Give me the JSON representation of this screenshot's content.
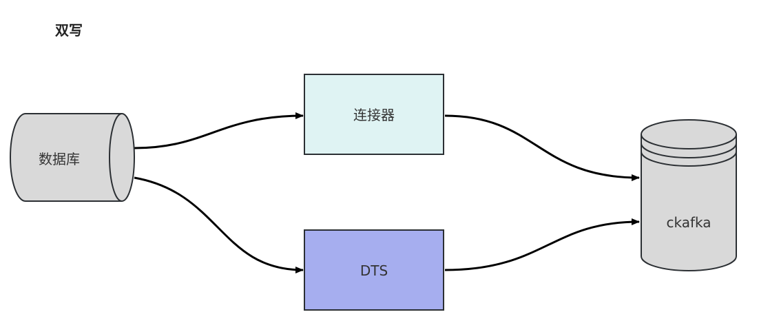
{
  "title": "双写",
  "nodes": {
    "database": {
      "label": "数据库",
      "fill": "#d9d9d9"
    },
    "connector": {
      "label": "连接器",
      "fill": "#dff3f3"
    },
    "dts": {
      "label": "DTS",
      "fill": "#a6aeef"
    },
    "ckafka": {
      "label": "ckafka",
      "fill": "#d9d9d9"
    }
  },
  "edges": [
    {
      "from": "数据库",
      "to": "连接器"
    },
    {
      "from": "数据库",
      "to": "DTS"
    },
    {
      "from": "连接器",
      "to": "ckafka"
    },
    {
      "from": "DTS",
      "to": "ckafka"
    }
  ],
  "stroke": "#2b2f33"
}
